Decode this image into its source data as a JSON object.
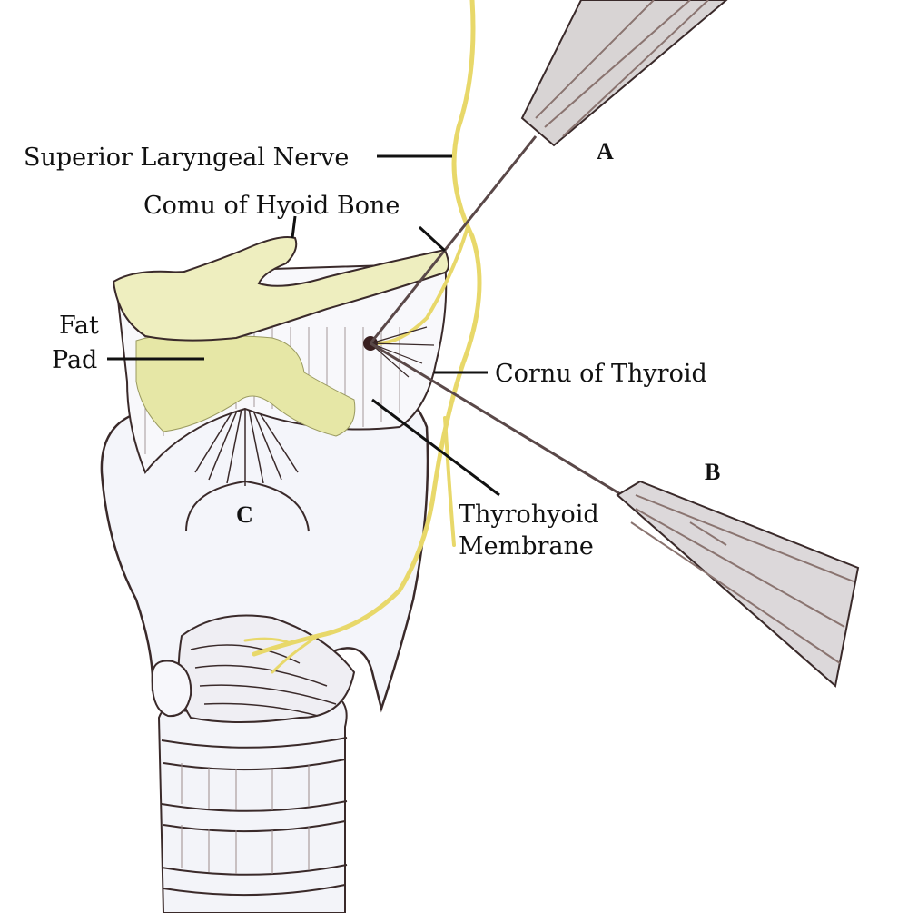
{
  "labels": {
    "superior_laryngeal_nerve": "Superior Laryngeal Nerve",
    "cornu_hyoid_bone": "Comu of Hyoid Bone",
    "fat_pad_line1": "Fat",
    "fat_pad_line2": "Pad",
    "cornu_thyroid": "Cornu of Thyroid",
    "thyrohyoid_line1": "Thyrohyoid",
    "thyrohyoid_line2": "Membrane",
    "needle_a": "A",
    "needle_b": "B",
    "cartilage_c": "C"
  },
  "colors": {
    "nerve": "#e8d86a",
    "fat_pad": "#e6e7a6",
    "hyoid": "#eeeebf",
    "cartilage": "#f4f5fa",
    "outline": "#3a2a2a",
    "needle_shade": "#8a7470",
    "text": "#111111"
  },
  "icons": {
    "needle_a": "syringe-needle-icon",
    "needle_b": "syringe-needle-icon"
  }
}
